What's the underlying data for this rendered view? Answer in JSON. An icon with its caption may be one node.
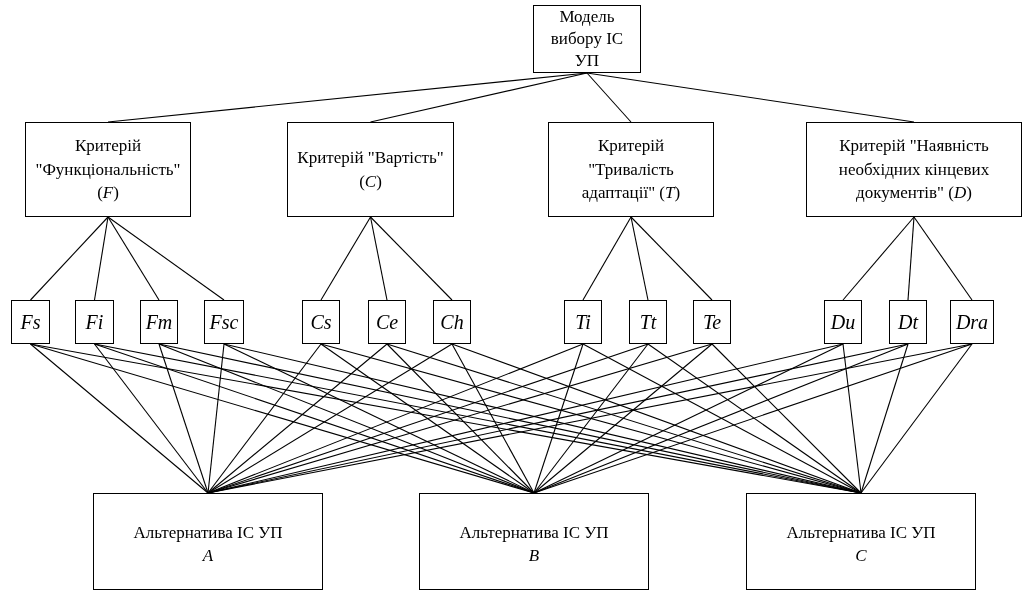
{
  "diagram": {
    "nodes": [
      {
        "text": [
          "Модель вибору ІС УП"
        ]
      },
      {
        "text": [
          "Критерій \"Функціональність\" (*F*)"
        ]
      },
      {
        "text": [
          "Критерій \"Вартість\" (*C*)"
        ]
      },
      {
        "text": [
          "Критерій \"Тривалість адаптації\" (*T*)"
        ]
      },
      {
        "text": [
          "Критерій \"Наявність необхідних кінцевих документів\" (*D*)"
        ]
      },
      {
        "text": [
          "Fs"
        ]
      },
      {
        "text": [
          "Fi"
        ]
      },
      {
        "text": [
          "Fm"
        ]
      },
      {
        "text": [
          "Fsc"
        ]
      },
      {
        "text": [
          "Cs"
        ]
      },
      {
        "text": [
          "Ce"
        ]
      },
      {
        "text": [
          "Ch"
        ]
      },
      {
        "text": [
          "Ti"
        ]
      },
      {
        "text": [
          "Tt"
        ]
      },
      {
        "text": [
          "Te"
        ]
      },
      {
        "text": [
          "Du"
        ]
      },
      {
        "text": [
          "Dt"
        ]
      },
      {
        "text": [
          "Dra"
        ]
      },
      {
        "text": [
          "Альтернатива ІС УП",
          "A"
        ]
      },
      {
        "text": [
          "Альтернатива ІС УП",
          "B"
        ]
      },
      {
        "text": [
          "Альтернатива ІС УП",
          "C"
        ]
      }
    ],
    "edges": [
      {
        "from": 0,
        "to": 1,
        "arrow": "none"
      },
      {
        "from": 0,
        "to": 2,
        "arrow": "none"
      },
      {
        "from": 0,
        "to": 3,
        "arrow": "none"
      },
      {
        "from": 0,
        "to": 4,
        "arrow": "none"
      },
      {
        "from": 1,
        "to": 5,
        "arrow": "none"
      },
      {
        "from": 1,
        "to": 6,
        "arrow": "none"
      },
      {
        "from": 1,
        "to": 7,
        "arrow": "none"
      },
      {
        "from": 1,
        "to": 8,
        "arrow": "none"
      },
      {
        "from": 2,
        "to": 9,
        "arrow": "none"
      },
      {
        "from": 2,
        "to": 10,
        "arrow": "none"
      },
      {
        "from": 2,
        "to": 11,
        "arrow": "none"
      },
      {
        "from": 3,
        "to": 12,
        "arrow": "none"
      },
      {
        "from": 3,
        "to": 13,
        "arrow": "none"
      },
      {
        "from": 3,
        "to": 14,
        "arrow": "none"
      },
      {
        "from": 4,
        "to": 15,
        "arrow": "none"
      },
      {
        "from": 4,
        "to": 16,
        "arrow": "none"
      },
      {
        "from": 4,
        "to": 17,
        "arrow": "none"
      },
      {
        "from": 5,
        "to": 18,
        "arrow": "none"
      },
      {
        "from": 5,
        "to": 19,
        "arrow": "none"
      },
      {
        "from": 5,
        "to": 20,
        "arrow": "none"
      },
      {
        "from": 6,
        "to": 18,
        "arrow": "none"
      },
      {
        "from": 6,
        "to": 19,
        "arrow": "none"
      },
      {
        "from": 6,
        "to": 20,
        "arrow": "none"
      },
      {
        "from": 7,
        "to": 18,
        "arrow": "none"
      },
      {
        "from": 7,
        "to": 19,
        "arrow": "none"
      },
      {
        "from": 7,
        "to": 20,
        "arrow": "none"
      },
      {
        "from": 8,
        "to": 18,
        "arrow": "none"
      },
      {
        "from": 8,
        "to": 19,
        "arrow": "none"
      },
      {
        "from": 8,
        "to": 20,
        "arrow": "none"
      },
      {
        "from": 9,
        "to": 18,
        "arrow": "none"
      },
      {
        "from": 9,
        "to": 19,
        "arrow": "none"
      },
      {
        "from": 9,
        "to": 20,
        "arrow": "none"
      },
      {
        "from": 10,
        "to": 18,
        "arrow": "none"
      },
      {
        "from": 10,
        "to": 19,
        "arrow": "none"
      },
      {
        "from": 10,
        "to": 20,
        "arrow": "none"
      },
      {
        "from": 11,
        "to": 18,
        "arrow": "none"
      },
      {
        "from": 11,
        "to": 19,
        "arrow": "none"
      },
      {
        "from": 11,
        "to": 20,
        "arrow": "none"
      },
      {
        "from": 12,
        "to": 18,
        "arrow": "none"
      },
      {
        "from": 12,
        "to": 19,
        "arrow": "none"
      },
      {
        "from": 12,
        "to": 20,
        "arrow": "none"
      },
      {
        "from": 13,
        "to": 18,
        "arrow": "none"
      },
      {
        "from": 13,
        "to": 19,
        "arrow": "none"
      },
      {
        "from": 13,
        "to": 20,
        "arrow": "none"
      },
      {
        "from": 14,
        "to": 18,
        "arrow": "none"
      },
      {
        "from": 14,
        "to": 19,
        "arrow": "none"
      },
      {
        "from": 14,
        "to": 20,
        "arrow": "none"
      },
      {
        "from": 15,
        "to": 18,
        "arrow": "none"
      },
      {
        "from": 15,
        "to": 19,
        "arrow": "none"
      },
      {
        "from": 15,
        "to": 20,
        "arrow": "none"
      },
      {
        "from": 16,
        "to": 18,
        "arrow": "none"
      },
      {
        "from": 16,
        "to": 19,
        "arrow": "none"
      },
      {
        "from": 16,
        "to": 20,
        "arrow": "none"
      },
      {
        "from": 17,
        "to": 18,
        "arrow": "none"
      },
      {
        "from": 17,
        "to": 19,
        "arrow": "none"
      },
      {
        "from": 17,
        "to": 20,
        "arrow": "none"
      }
    ]
  }
}
